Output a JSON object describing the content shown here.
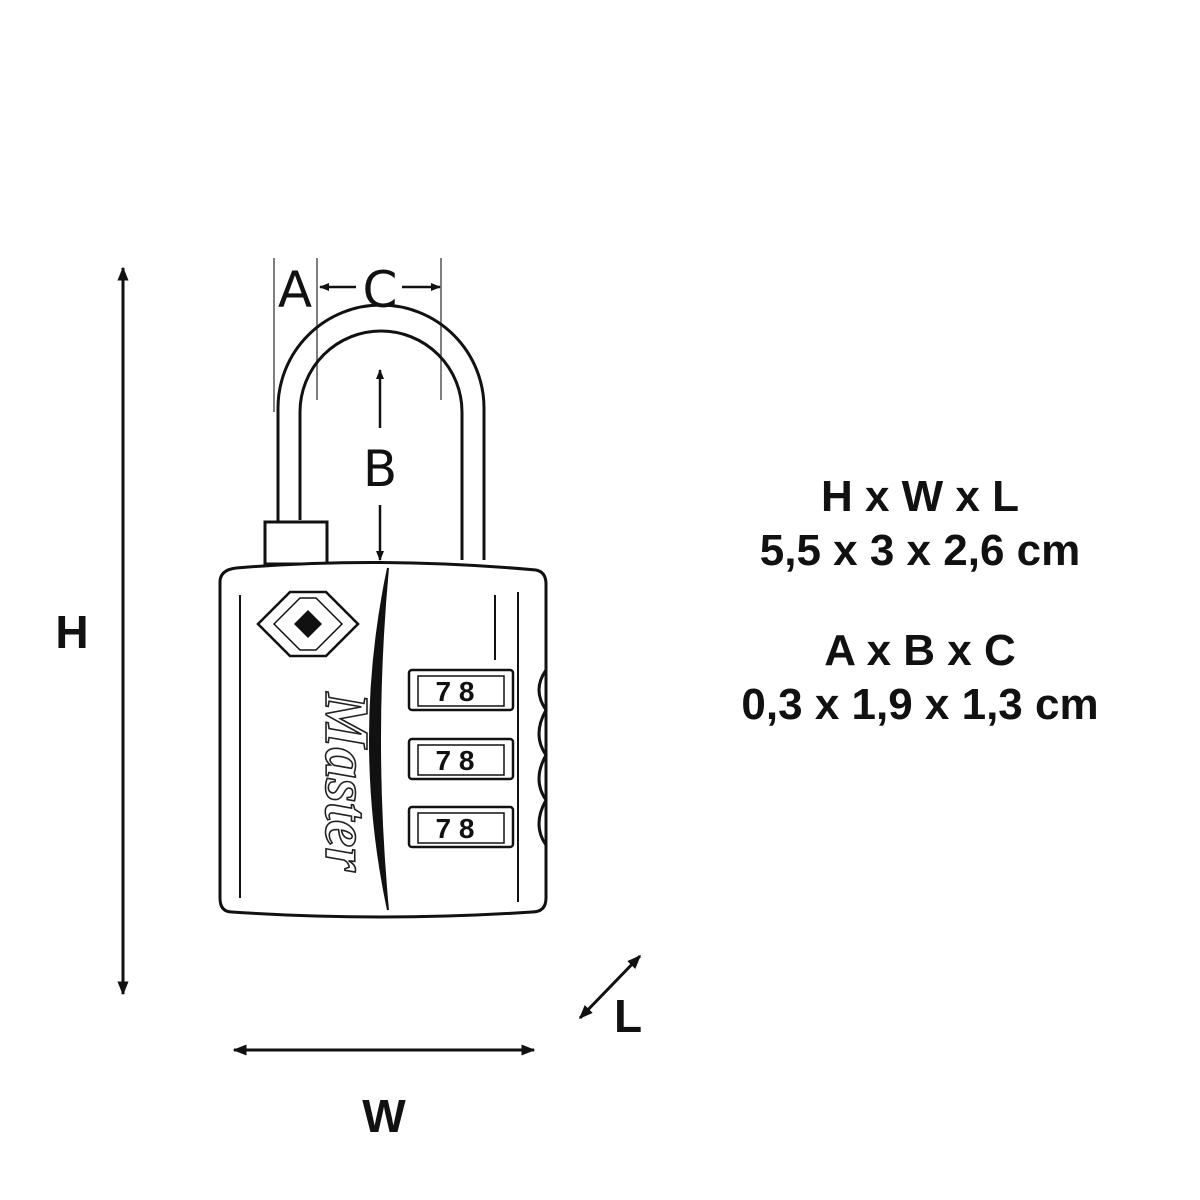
{
  "labels": {
    "A": "A",
    "B": "B",
    "C": "C",
    "H": "H",
    "W": "W",
    "L": "L"
  },
  "padlock": {
    "brand": "Master",
    "wheels": [
      {
        "digits": "7 8"
      },
      {
        "digits": "7 8"
      },
      {
        "digits": "7 8"
      }
    ]
  },
  "specs": {
    "body_header": "H x W x L",
    "body_values": "5,5 x 3 x 2,6 cm",
    "shackle_header": "A x B x C",
    "shackle_values": "0,3 x 1,9 x 1,3 cm"
  }
}
